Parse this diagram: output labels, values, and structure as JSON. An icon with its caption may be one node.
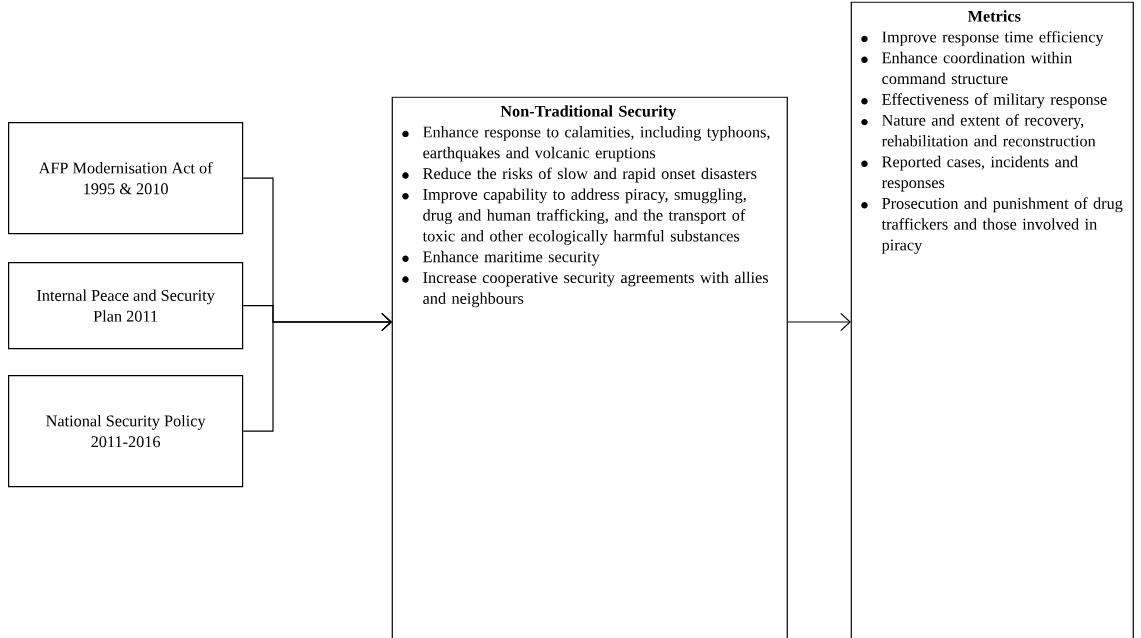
{
  "diagram": {
    "nodes": [
      {
        "text": [
          "AFP Modernisation Act of 1995 & 2010"
        ]
      },
      {
        "text": [
          "Internal Peace and Security Plan 2011"
        ]
      },
      {
        "text": [
          "National Security Policy 2011-2016"
        ]
      },
      {
        "text": [
          "Non-Traditional Security",
          "Enhance response to calamities, including typhoons, earthquakes and volcanic eruptions",
          "Reduce the risks of slow and rapid onset disasters",
          "Improve capability to address piracy, smuggling, drug and human trafficking, and the transport of toxic and other ecologically harmful substances",
          "Enhance maritime security",
          "Increase cooperative security agreements with allies and neighbours"
        ]
      },
      {
        "text": [
          "Metrics",
          "Improve response time efficiency",
          "Enhance coordination within command structure",
          "Effectiveness of military response",
          "Nature and extent of recovery, rehabilitation and reconstruction",
          "Reported cases, incidents and responses",
          "Prosecution and punishment of drug traffickers and those involved in piracy"
        ]
      }
    ],
    "edges": [
      {
        "from": 0,
        "to": 3,
        "arrow": "to"
      },
      {
        "from": 1,
        "to": 3,
        "arrow": "to"
      },
      {
        "from": 2,
        "to": 3,
        "arrow": "to"
      },
      {
        "from": 3,
        "to": 4,
        "arrow": "to"
      }
    ]
  }
}
